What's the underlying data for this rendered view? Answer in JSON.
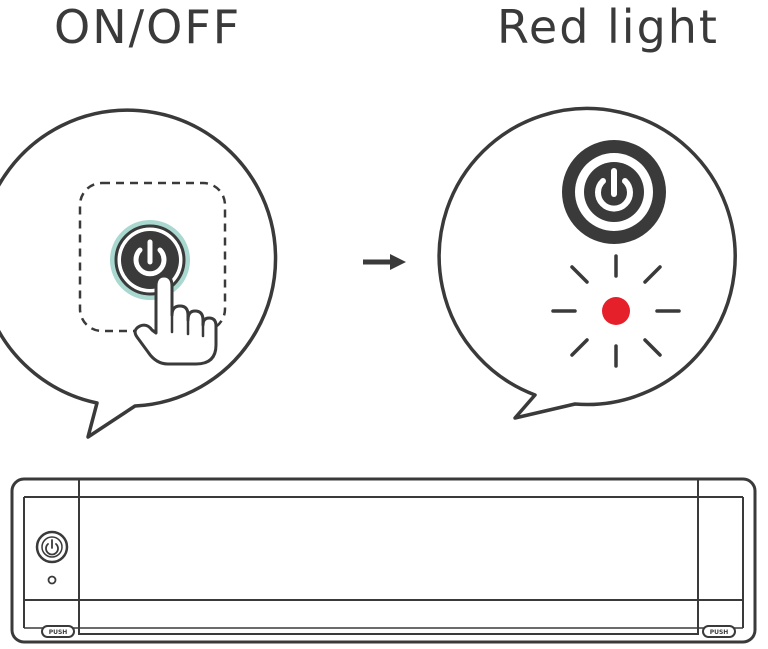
{
  "labels": {
    "on_off": "ON/OFF",
    "red_light": "Red light",
    "push_left": "PUSH",
    "push_right": "PUSH"
  },
  "icons": {
    "power_button_pressed": "power-icon",
    "finger": "pointing-hand-icon",
    "arrow": "arrow-right-icon",
    "power_indicator": "power-icon",
    "red_light": "red-light-icon"
  },
  "colors": {
    "line": "#3a3a3a",
    "button_glow": "#a8d8cf",
    "light_red": "#e5202a"
  }
}
